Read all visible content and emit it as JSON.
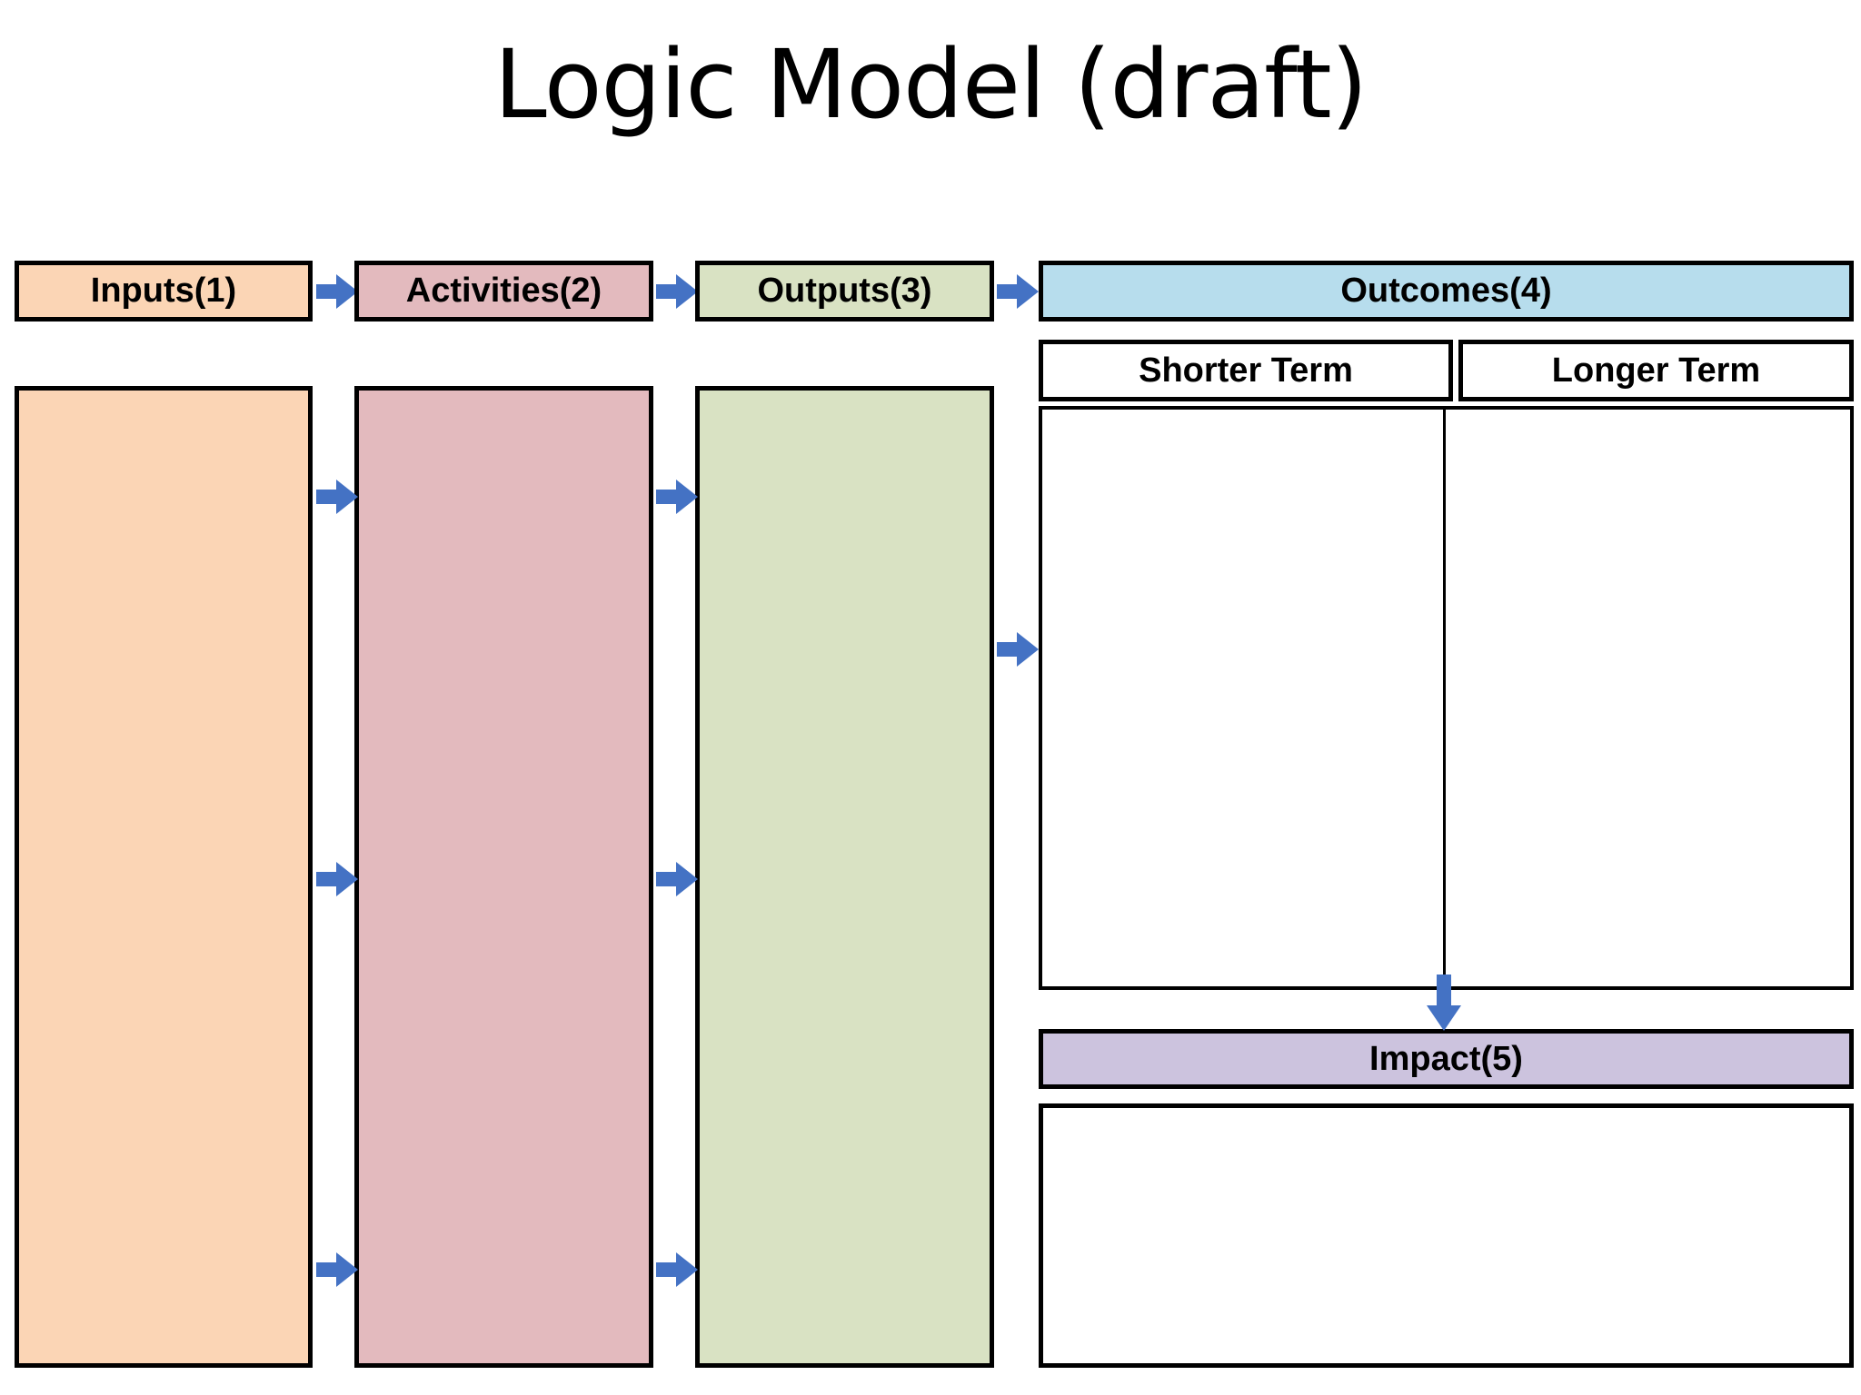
{
  "title": "Logic Model (draft)",
  "colors": {
    "inputs": "#FBD5B5",
    "activities": "#E3BABE",
    "outputs": "#D9E2C3",
    "outcomes": "#B7DDED",
    "impact": "#CCC3DE",
    "border": "#000000",
    "arrow": "#4472C4",
    "background": "#FFFFFF"
  },
  "columns": [
    {
      "id": "inputs",
      "header": "Inputs(1)",
      "body_text": ""
    },
    {
      "id": "activities",
      "header": "Activities(2)",
      "body_text": ""
    },
    {
      "id": "outputs",
      "header": "Outputs(3)",
      "body_text": ""
    }
  ],
  "outcomes": {
    "header": "Outcomes(4)",
    "subcolumns": [
      {
        "id": "shorter-term",
        "header": "Shorter Term",
        "body_text": ""
      },
      {
        "id": "longer-term",
        "header": "Longer Term",
        "body_text": ""
      }
    ]
  },
  "impact": {
    "header": "Impact(5)",
    "body_text": ""
  },
  "arrows": {
    "header_inputs_to_activities": "arrow-right-icon",
    "header_activities_to_outputs": "arrow-right-icon",
    "header_outputs_to_outcomes": "arrow-right-icon",
    "body_row1_inputs_to_activities": "arrow-right-icon",
    "body_row1_activities_to_outputs": "arrow-right-icon",
    "body_row2_inputs_to_activities": "arrow-right-icon",
    "body_row2_activities_to_outputs": "arrow-right-icon",
    "body_row3_inputs_to_activities": "arrow-right-icon",
    "body_row3_activities_to_outputs": "arrow-right-icon",
    "body_outputs_to_outcomes": "arrow-right-icon",
    "outcomes_to_impact": "arrow-down-icon"
  },
  "chart_data": {
    "type": "diagram",
    "title": "Logic Model (draft)",
    "stages": [
      {
        "number": 1,
        "label": "Inputs(1)",
        "fill": "#FBD5B5",
        "content": []
      },
      {
        "number": 2,
        "label": "Activities(2)",
        "fill": "#E3BABE",
        "content": []
      },
      {
        "number": 3,
        "label": "Outputs(3)",
        "fill": "#D9E2C3",
        "content": []
      },
      {
        "number": 4,
        "label": "Outcomes(4)",
        "fill": "#B7DDED",
        "content": [],
        "subdivisions": [
          "Shorter Term",
          "Longer Term"
        ]
      },
      {
        "number": 5,
        "label": "Impact(5)",
        "fill": "#CCC3DE",
        "content": []
      }
    ],
    "flow": [
      "Inputs(1) -> Activities(2)",
      "Activities(2) -> Outputs(3)",
      "Outputs(3) -> Outcomes(4)",
      "Outcomes(4) -> Impact(5)"
    ]
  }
}
